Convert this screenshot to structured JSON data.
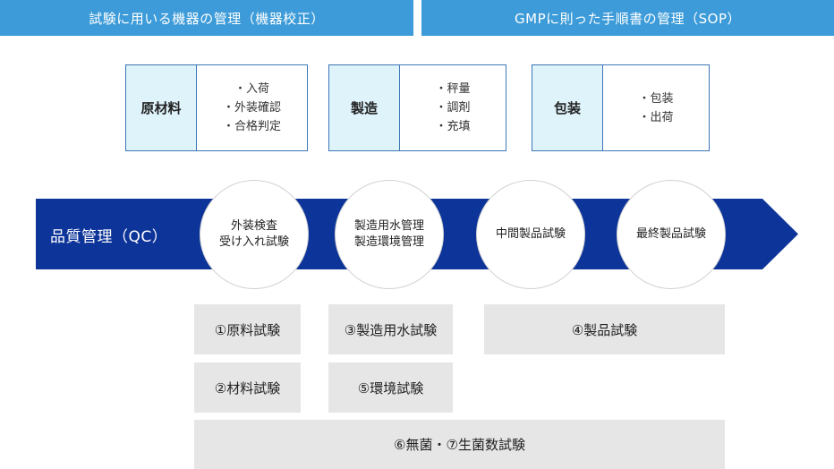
{
  "headers": {
    "left": "試験に用いる機器の管理（機器校正）",
    "right": "GMPに則った手順書の管理（SOP）"
  },
  "processes": [
    {
      "label": "原材料",
      "items": [
        "入荷",
        "外装確認",
        "合格判定"
      ]
    },
    {
      "label": "製造",
      "items": [
        "秤量",
        "調剤",
        "充填"
      ]
    },
    {
      "label": "包装",
      "items": [
        "包装",
        "出荷"
      ]
    }
  ],
  "qc": {
    "label": "品質管理（QC）",
    "circles": [
      {
        "lines": [
          "外装検査",
          "受け入れ試験"
        ]
      },
      {
        "lines": [
          "製造用水管理",
          "製造環境管理"
        ]
      },
      {
        "lines": [
          "中間製品試験"
        ]
      },
      {
        "lines": [
          "最終製品試験"
        ]
      }
    ]
  },
  "tests": {
    "t1": "①原料試験",
    "t2": "②材料試験",
    "t3": "③製造用水試験",
    "t4": "④製品試験",
    "t5": "⑤環境試験",
    "t6": "⑥無菌・⑦生菌数試験"
  },
  "colors": {
    "header_bg": "#3c9bd8",
    "box_border": "#3c76b5",
    "box_label_bg": "#dff3fb",
    "arrow": "#0d3499",
    "test_bg": "#e6e6e6"
  }
}
